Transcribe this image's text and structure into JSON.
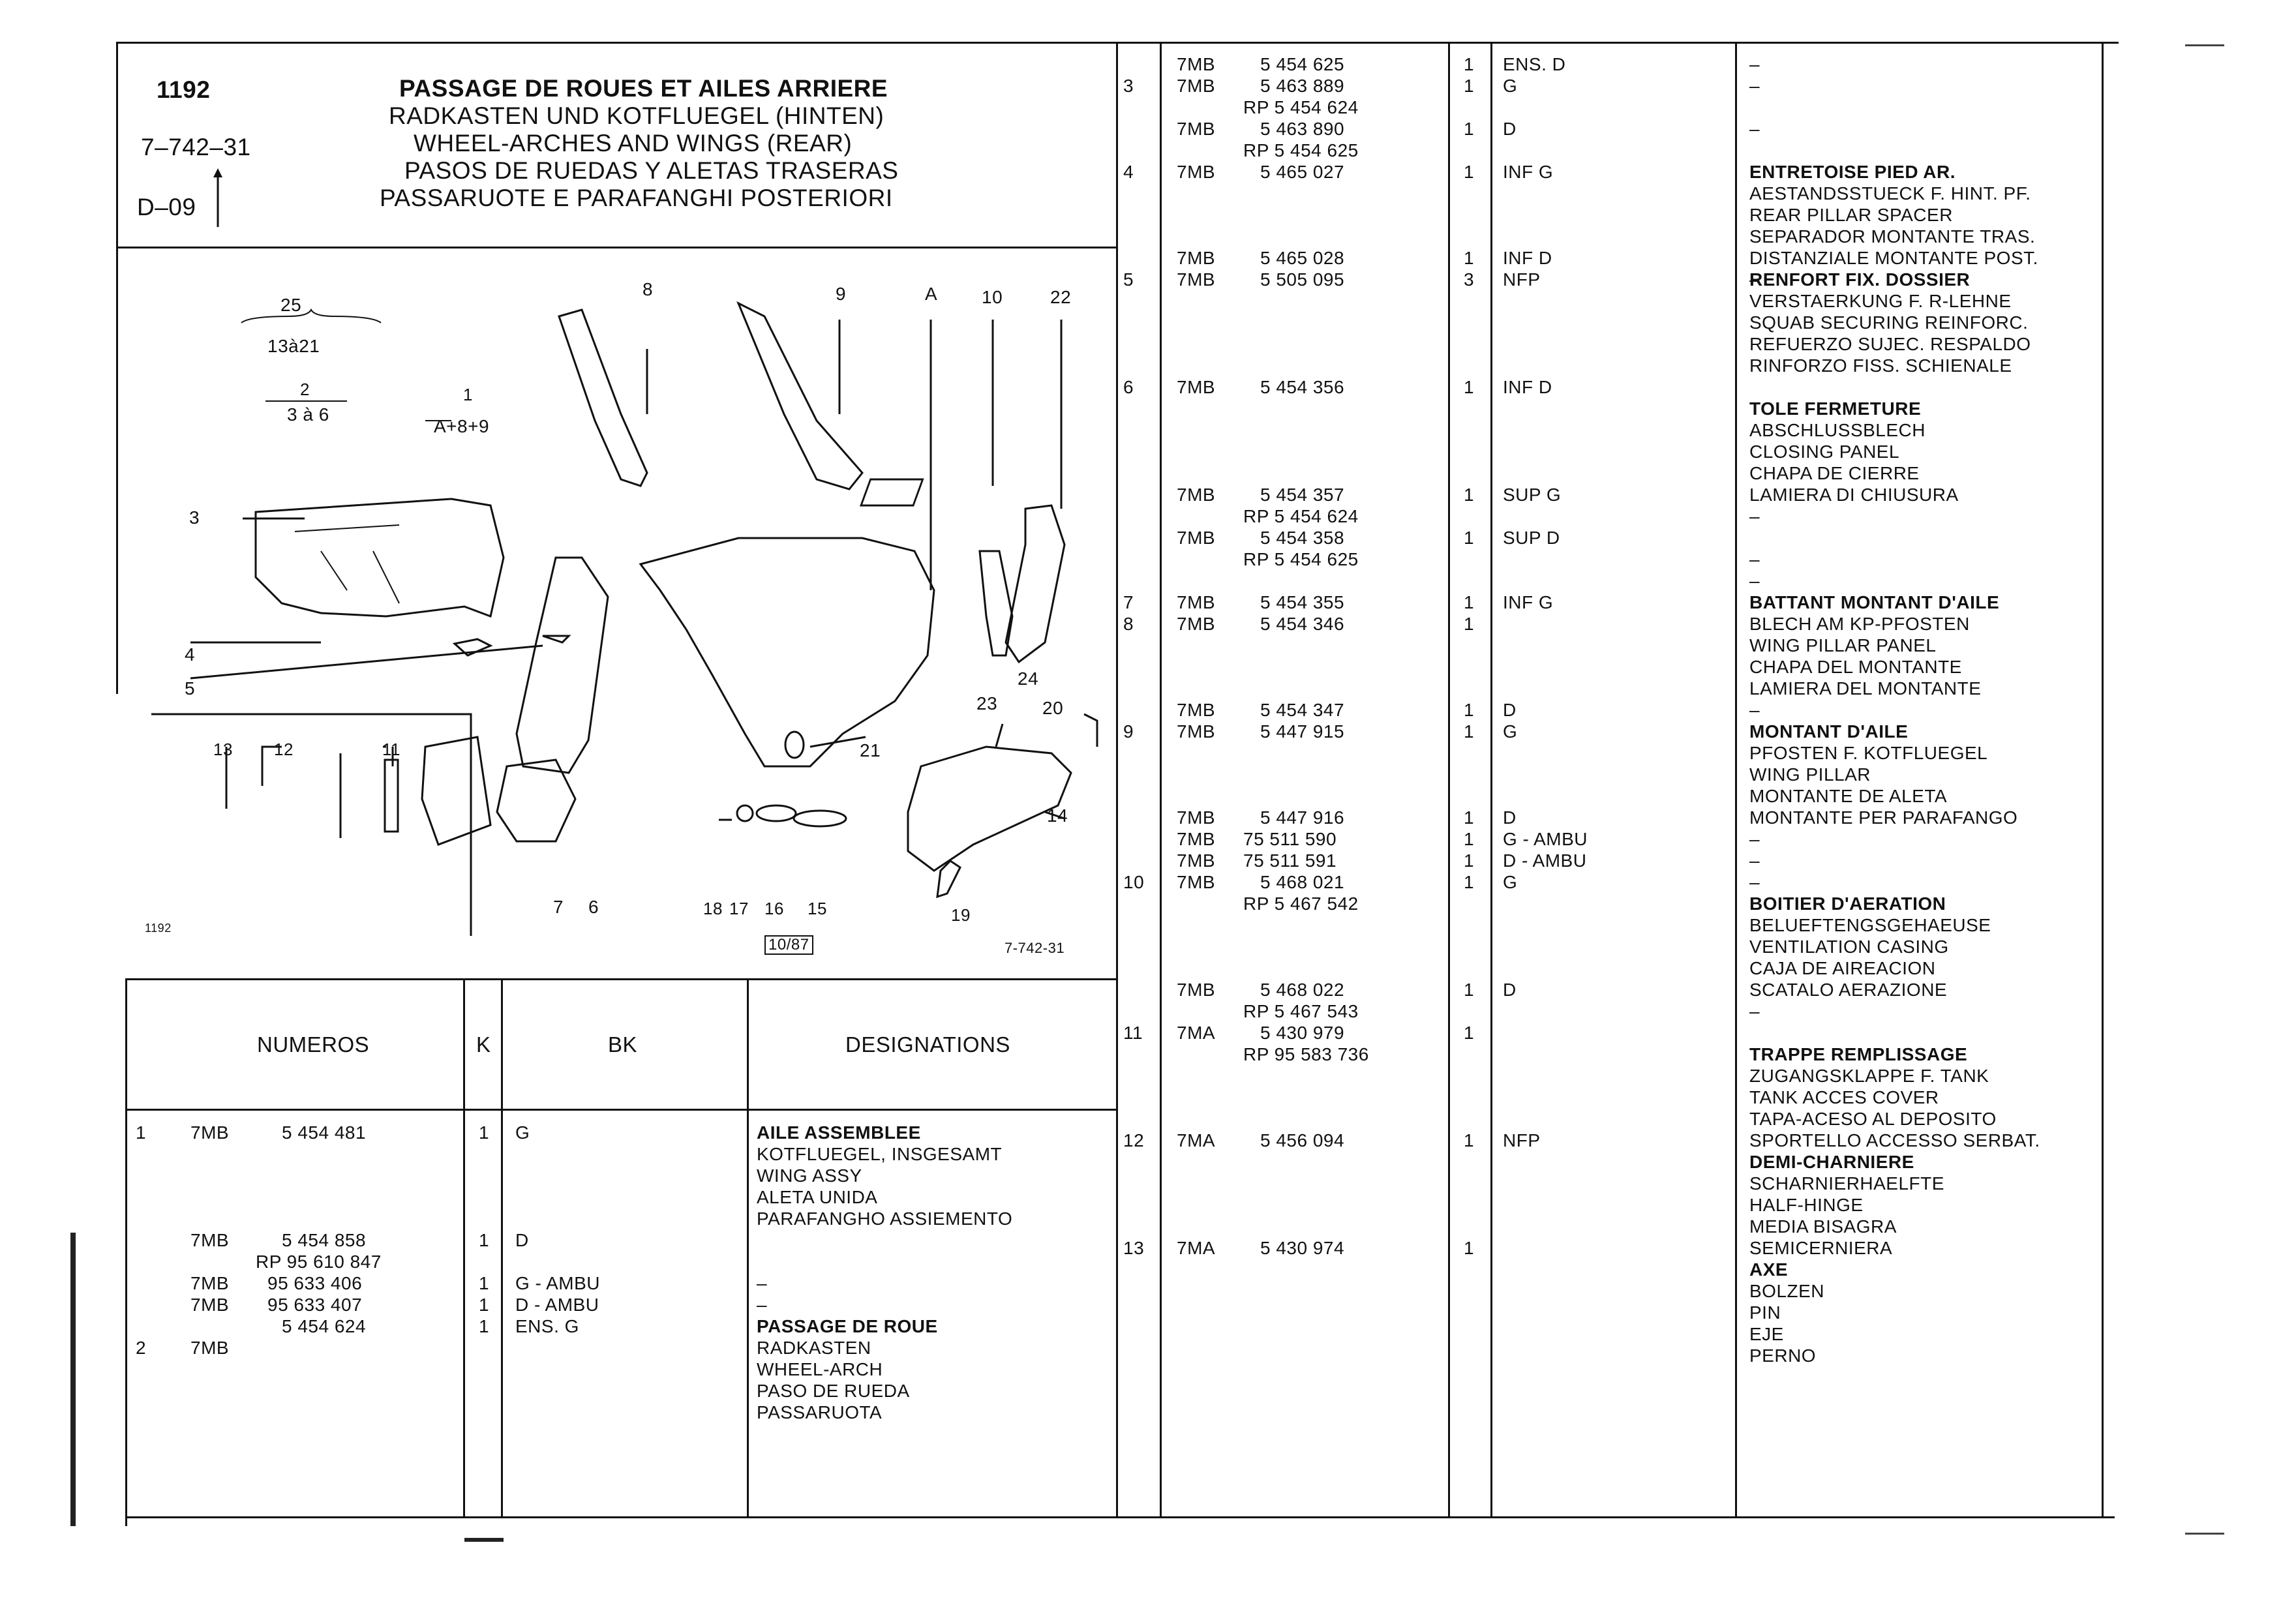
{
  "header": {
    "code": "1192",
    "ref": "7–742–31",
    "edition": "D–09",
    "titles": [
      "PASSAGE DE ROUES ET AILES ARRIERE",
      "RADKASTEN UND KOTFLUEGEL (HINTEN)",
      "WHEEL-ARCHES AND WINGS (REAR)",
      "PASOS DE RUEDAS Y ALETAS TRASERAS",
      "PASSARUOTE E PARAFANGHI POSTERIORI"
    ]
  },
  "diagram": {
    "callouts": [
      "25",
      "13à21",
      "2",
      "3 à 6",
      "1",
      "A+8+9",
      "8",
      "9",
      "A",
      "10",
      "22",
      "3",
      "4",
      "5",
      "23",
      "24",
      "20",
      "21",
      "14",
      "13",
      "12",
      "11",
      "7",
      "6",
      "18",
      "17",
      "16",
      "15",
      "19"
    ],
    "small_code": "1192",
    "date_box": "10/87",
    "ref_bottom": "7-742-31"
  },
  "columns": {
    "numeros": "NUMEROS",
    "k": "K",
    "bk": "BK",
    "designations": "DESIGNATIONS"
  },
  "left_rows": {
    "item": [
      "1",
      "",
      "",
      "",
      "",
      "",
      "",
      "",
      "",
      "",
      "2",
      "",
      "",
      "",
      ""
    ],
    "prefix": [
      "7MB",
      "",
      "",
      "",
      "",
      "7MB",
      "",
      "7MB",
      "7MB",
      "",
      "7MB",
      "",
      "",
      "",
      ""
    ],
    "number": [
      "5 454 481",
      "",
      "",
      "",
      "",
      "5 454 858",
      "RP 95 610 847",
      "95 633 406",
      "95 633 407",
      "",
      "5 454 624",
      "",
      "",
      "",
      ""
    ],
    "k": [
      "1",
      "",
      "",
      "",
      "",
      "1",
      "",
      "1",
      "1",
      "",
      "1",
      "",
      "",
      "",
      ""
    ],
    "bk": [
      "G",
      "",
      "",
      "",
      "",
      "D",
      "",
      "G - AMBU",
      "D - AMBU",
      "",
      "ENS. G",
      "",
      "",
      "",
      ""
    ],
    "designation": [
      "AILE ASSEMBLEE",
      "KOTFLUEGEL, INSGESAMT",
      "WING ASSY",
      "ALETA UNIDA",
      "PARAFANGHO ASSIEMENTO",
      "",
      "",
      "–",
      "–",
      "",
      "PASSAGE DE ROUE",
      "RADKASTEN",
      "WHEEL-ARCH",
      "PASO DE RUEDA",
      "PASSARUOTA"
    ]
  },
  "right_rows": {
    "item": [
      "",
      "3",
      "",
      "",
      "",
      "4",
      "",
      "",
      "",
      "",
      "5",
      "",
      "",
      "",
      "",
      "6",
      "",
      "",
      "",
      "",
      "",
      "",
      "",
      "",
      "",
      "7",
      "8",
      "",
      "",
      "",
      "",
      "9",
      "",
      "",
      "",
      "",
      "",
      "",
      "10",
      "",
      "",
      "",
      "",
      "",
      "",
      "11",
      "",
      "",
      "",
      "",
      "12",
      "",
      "",
      "",
      "",
      "13",
      "",
      "",
      "",
      ""
    ],
    "prefix": [
      "7MB",
      "7MB",
      "",
      "7MB",
      "",
      "7MB",
      "",
      "",
      "",
      "7MB",
      "7MB",
      "",
      "",
      "",
      "",
      "7MB",
      "",
      "",
      "",
      "",
      "7MB",
      "",
      "7MB",
      "",
      "",
      "7MB",
      "7MB",
      "",
      "",
      "",
      "7MB",
      "7MB",
      "",
      "",
      "",
      "7MB",
      "7MB",
      "7MB",
      "7MB",
      "",
      "",
      "",
      "",
      "7MB",
      "",
      "7MA",
      "",
      "",
      "",
      "",
      "7MA",
      "",
      "",
      "",
      "",
      "7MA",
      "",
      "",
      "",
      ""
    ],
    "number": [
      "5 454 625",
      "5 463 889",
      "RP 5 454 624",
      "5 463 890",
      "RP 5 454 625",
      "5 465 027",
      "",
      "",
      "",
      "5 465 028",
      "5 505 095",
      "",
      "",
      "",
      "",
      "5 454 356",
      "",
      "",
      "",
      "",
      "5 454 357",
      "RP 5 454 624",
      "5 454 358",
      "RP 5 454 625",
      "",
      "5 454 355",
      "5 454 346",
      "",
      "",
      "",
      "5 454 347",
      "5 447 915",
      "",
      "",
      "",
      "5 447 916",
      "75 511 590",
      "75 511 591",
      "5 468 021",
      "RP 5 467 542",
      "",
      "",
      "",
      "5 468 022",
      "RP 5 467 543",
      "5 430 979",
      "RP 95 583 736",
      "",
      "",
      "",
      "5 456 094",
      "",
      "",
      "",
      "",
      "5 430 974",
      "",
      "",
      "",
      ""
    ],
    "k": [
      "1",
      "1",
      "",
      "1",
      "",
      "1",
      "",
      "",
      "",
      "1",
      "3",
      "",
      "",
      "",
      "",
      "1",
      "",
      "",
      "",
      "",
      "1",
      "",
      "1",
      "",
      "",
      "1",
      "1",
      "",
      "",
      "",
      "1",
      "1",
      "",
      "",
      "",
      "1",
      "1",
      "1",
      "1",
      "",
      "",
      "",
      "",
      "1",
      "",
      "1",
      "",
      "",
      "",
      "",
      "1",
      "",
      "",
      "",
      "",
      "1",
      "",
      "",
      "",
      ""
    ],
    "bk": [
      "ENS. D",
      "G",
      "",
      "D",
      "",
      "INF G",
      "",
      "",
      "",
      "INF D",
      "NFP",
      "",
      "",
      "",
      "",
      "INF D",
      "",
      "",
      "",
      "",
      "SUP G",
      "",
      "SUP D",
      "",
      "",
      "INF G",
      "",
      "",
      "",
      "",
      "D",
      "G",
      "",
      "",
      "",
      "D",
      "G - AMBU",
      "D - AMBU",
      "G",
      "",
      "",
      "",
      "",
      "D",
      "",
      "",
      "",
      "",
      "",
      "",
      "NFP",
      "",
      "",
      "",
      "",
      "",
      "",
      "",
      "",
      ""
    ],
    "designation": [
      "–",
      "–",
      "",
      "–",
      "",
      "ENTRETOISE PIED AR.",
      "AESTANDSSTUECK F. HINT. PF.",
      "REAR PILLAR SPACER",
      "SEPARADOR MONTANTE TRAS.",
      "DISTANZIALE MONTANTE POST.",
      "–",
      "RENFORT FIX. DOSSIER",
      "VERSTAERKUNG F. R-LEHNE",
      "SQUAB SECURING REINFORC.",
      "REFUERZO SUJEC. RESPALDO",
      "RINFORZO FISS. SCHIENALE",
      "TOLE FERMETURE",
      "ABSCHLUSSBLECH",
      "CLOSING PANEL",
      "CHAPA DE CIERRE",
      "LAMIERA DI CHIUSURA",
      "–",
      "",
      "–",
      "",
      "–",
      "BATTANT MONTANT D'AILE",
      "BLECH AM KP-PFOSTEN",
      "WING PILLAR PANEL",
      "CHAPA DEL MONTANTE",
      "LAMIERA DEL MONTANTE",
      "–",
      "MONTANT D'AILE",
      "PFOSTEN F. KOTFLUEGEL",
      "WING PILLAR",
      "MONTANTE DE ALETA",
      "MONTANTE PER PARAFANGO",
      "–",
      "–",
      "–",
      "BOITIER D'AERATION",
      "BELUEFTENGSGEHAEUSE",
      "VENTILATION CASING",
      "CAJA DE AIREACION",
      "SCATALO AERAZIONE",
      "–",
      "",
      "TRAPPE REMPLISSAGE",
      "ZUGANGSKLAPPE F. TANK",
      "TANK ACCES COVER",
      "TAPA-ACESO AL DEPOSITO",
      "SPORTELLO ACCESSO SERBAT.",
      "DEMI-CHARNIERE",
      "SCHARNIERHAELFTE",
      "HALF-HINGE",
      "MEDIA BISAGRA",
      "SEMICERNIERA",
      "AXE",
      "BOLZEN",
      "PIN",
      "EJE",
      "PERNO"
    ]
  }
}
